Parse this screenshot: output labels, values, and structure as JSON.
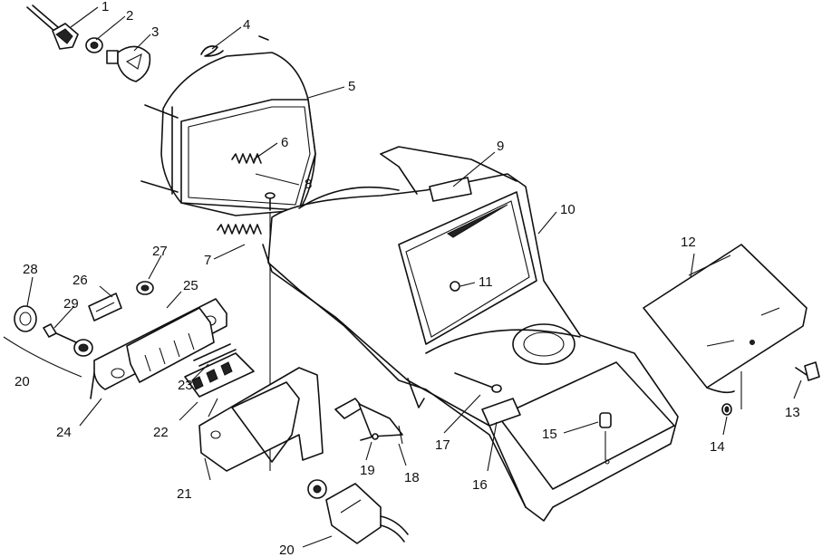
{
  "diagram": {
    "callouts": [
      {
        "id": "c1",
        "label": "1"
      },
      {
        "id": "c2",
        "label": "2"
      },
      {
        "id": "c3",
        "label": "3"
      },
      {
        "id": "c4",
        "label": "4"
      },
      {
        "id": "c5",
        "label": "5"
      },
      {
        "id": "c6",
        "label": "6"
      },
      {
        "id": "c7",
        "label": "7"
      },
      {
        "id": "c8",
        "label": "8"
      },
      {
        "id": "c9",
        "label": "9"
      },
      {
        "id": "c10",
        "label": "10"
      },
      {
        "id": "c11",
        "label": "11"
      },
      {
        "id": "c12",
        "label": "12"
      },
      {
        "id": "c13",
        "label": "13"
      },
      {
        "id": "c14",
        "label": "14"
      },
      {
        "id": "c15",
        "label": "15"
      },
      {
        "id": "c16",
        "label": "16"
      },
      {
        "id": "c17",
        "label": "17"
      },
      {
        "id": "c18",
        "label": "18"
      },
      {
        "id": "c19",
        "label": "19"
      },
      {
        "id": "c20a",
        "label": "20"
      },
      {
        "id": "c20b",
        "label": "20"
      },
      {
        "id": "c21",
        "label": "21"
      },
      {
        "id": "c22",
        "label": "22"
      },
      {
        "id": "c23",
        "label": "23"
      },
      {
        "id": "c24",
        "label": "24"
      },
      {
        "id": "c25",
        "label": "25"
      },
      {
        "id": "c26",
        "label": "26"
      },
      {
        "id": "c27",
        "label": "27"
      },
      {
        "id": "c28",
        "label": "28"
      },
      {
        "id": "c29",
        "label": "29"
      }
    ]
  }
}
